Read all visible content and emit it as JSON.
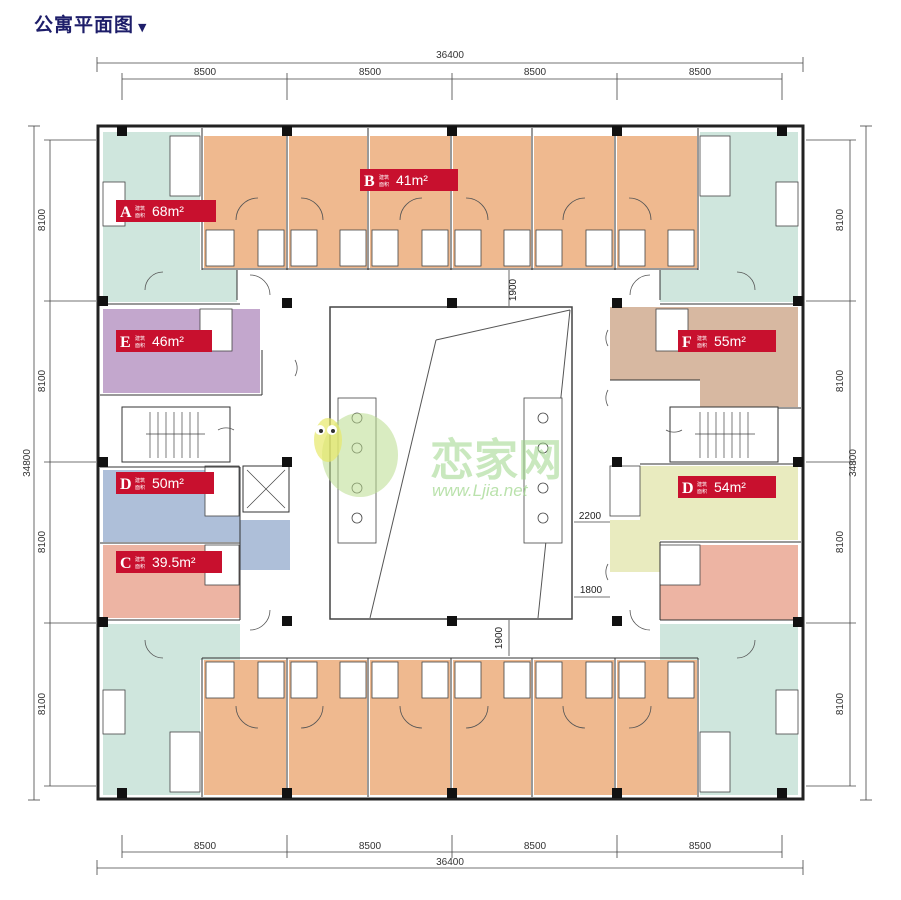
{
  "title": "公寓平面图",
  "title_marker": "▼",
  "dimensions": {
    "total_width": "36400",
    "total_height": "34800",
    "bay_width": [
      "8500",
      "8500",
      "8500",
      "8500"
    ],
    "bay_height": [
      "8100",
      "8100",
      "8100",
      "8100"
    ],
    "inner": {
      "top": "1900",
      "bottom": "1900",
      "side_a": "2200",
      "side_b": "1800"
    }
  },
  "units": [
    {
      "letter": "A",
      "label": "建筑面积",
      "area": "68m²",
      "color": "#cfe6dd"
    },
    {
      "letter": "B",
      "label": "建筑面积",
      "area": "41m²",
      "color": "#efb98f"
    },
    {
      "letter": "E",
      "label": "建筑面积",
      "area": "46m²",
      "color": "#c3a7cd"
    },
    {
      "letter": "F",
      "label": "建筑面积",
      "area": "55m²",
      "color": "#d7b8a1"
    },
    {
      "letter": "D",
      "label": "建筑面积",
      "area": "50m²",
      "color": "#aebfd9"
    },
    {
      "letter": "D",
      "label": "建筑面积",
      "area": "54m²",
      "color": "#e9ebbf"
    },
    {
      "letter": "C",
      "label": "建筑面积",
      "area": "39.5m²",
      "color": "#edb4a3"
    }
  ],
  "badge_color": "#c8102e",
  "watermark": {
    "text": "恋家网",
    "url": "www.Ljia.net"
  }
}
